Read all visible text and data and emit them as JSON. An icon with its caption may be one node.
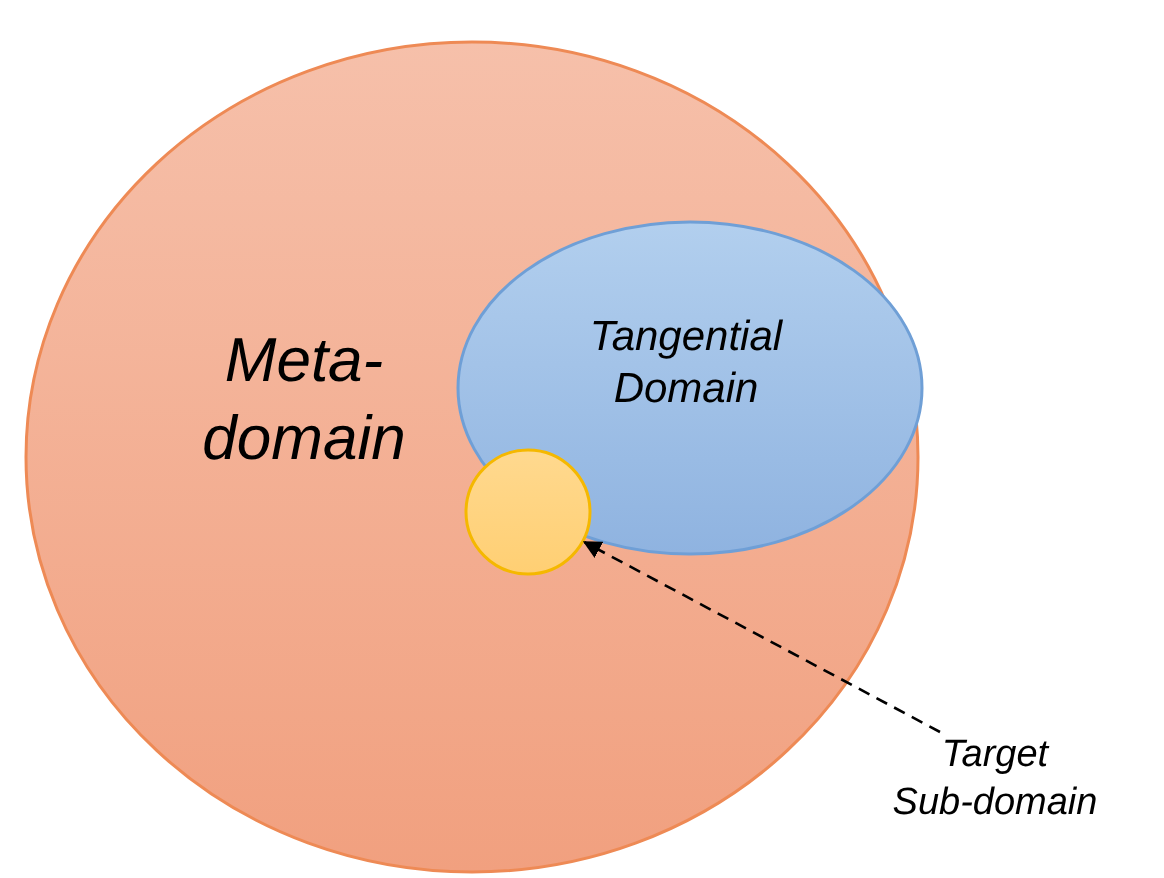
{
  "diagram": {
    "nodes": [
      {
        "text": [
          "Meta- domain"
        ]
      },
      {
        "text": [
          "Tangential Domain"
        ],
        "in": 0
      },
      {
        "text": [],
        "shape": "circle",
        "in": 0
      },
      {
        "text": [
          "Target Sub-domain"
        ]
      }
    ],
    "edges": [
      {
        "from": 3,
        "to": 2,
        "arrow": "to",
        "style": "dashed"
      }
    ]
  }
}
